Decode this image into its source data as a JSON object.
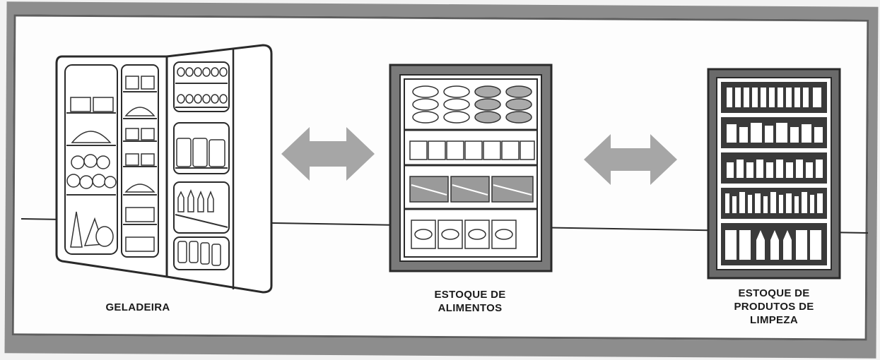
{
  "labels": {
    "fridge": "GELADEIRA",
    "food_line1": "ESTOQUE DE",
    "food_line2": "ALIMENTOS",
    "cleaning_line1": "ESTOQUE DE",
    "cleaning_line2": "PRODUTOS DE",
    "cleaning_line3": "LIMPEZA"
  },
  "icons": [
    "refrigerator-icon",
    "double-arrow-icon",
    "food-pantry-icon",
    "double-arrow-icon",
    "cleaning-shelf-icon"
  ],
  "colors": {
    "arrow": "#a6a6a6",
    "frame": "#8d8d8d",
    "outline": "#3a3a3a"
  }
}
